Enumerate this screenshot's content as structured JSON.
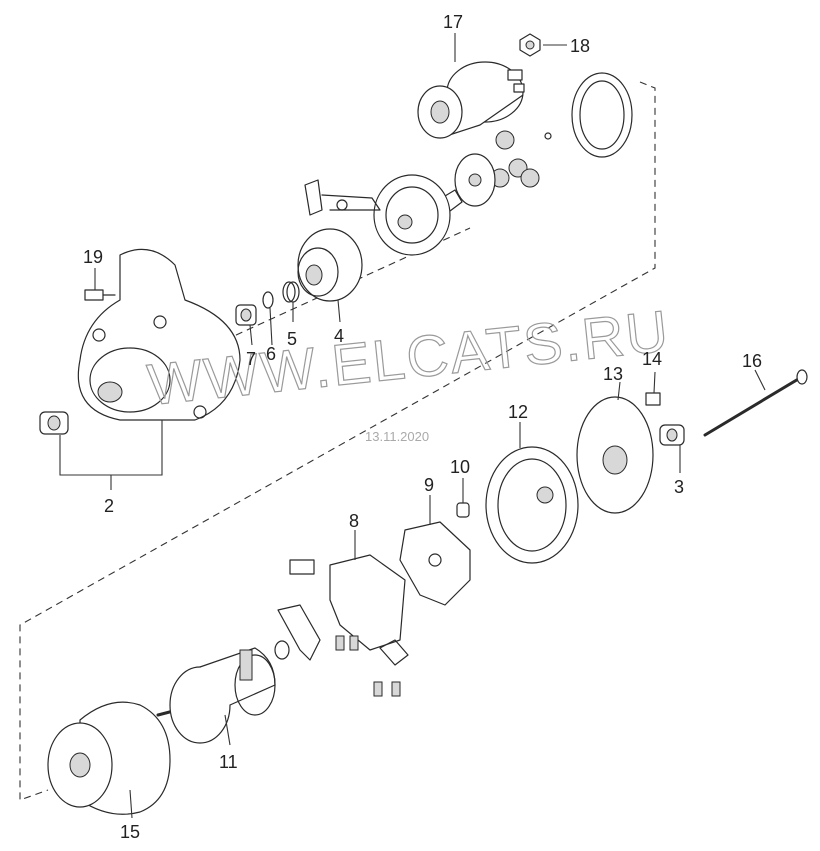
{
  "watermark": "WWW.ELCATS.RU",
  "date_stamp": "13.11.2020",
  "callouts": [
    {
      "id": "c1",
      "label": "17"
    },
    {
      "id": "c2",
      "label": "18"
    },
    {
      "id": "c3",
      "label": "19"
    },
    {
      "id": "c4",
      "label": "7"
    },
    {
      "id": "c5",
      "label": "6"
    },
    {
      "id": "c6",
      "label": "5"
    },
    {
      "id": "c7",
      "label": "4"
    },
    {
      "id": "c8",
      "label": "2"
    },
    {
      "id": "c9",
      "label": "14"
    },
    {
      "id": "c10",
      "label": "13"
    },
    {
      "id": "c11",
      "label": "16"
    },
    {
      "id": "c12",
      "label": "12"
    },
    {
      "id": "c13",
      "label": "10"
    },
    {
      "id": "c14",
      "label": "9"
    },
    {
      "id": "c15",
      "label": "3"
    },
    {
      "id": "c16",
      "label": "8"
    },
    {
      "id": "c17",
      "label": "11"
    },
    {
      "id": "c18",
      "label": "15"
    }
  ]
}
